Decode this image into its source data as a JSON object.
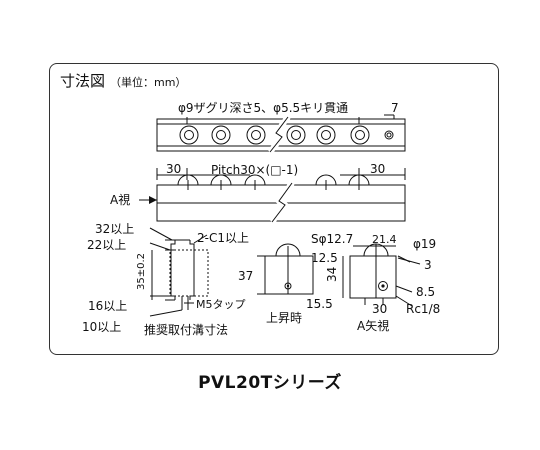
{
  "header": {
    "title": "寸法図",
    "unit": "（単位：mm）"
  },
  "top_view": {
    "hole_note": "φ9ザグリ深さ5、φ5.5キリ貫通",
    "end_dim": "7",
    "left_dim": "30",
    "pitch_label": "Pitch30×(□-1)",
    "right_dim": "30",
    "view_label": "A視"
  },
  "section_view": {
    "dim_32": "32以上",
    "dim_22": "22以上",
    "chamfer": "2-C1以上",
    "height": "35±0.2",
    "dim_16": "16以上",
    "dim_10": "10以上",
    "tap": "M5タップ",
    "caption": "推奨取付溝寸法"
  },
  "raised_view": {
    "height": "37",
    "caption": "上昇時"
  },
  "a_view": {
    "sphere": "Sφ12.7",
    "dim_21_4": "21.4",
    "dia_19": "φ19",
    "dim_12_5": "12.5",
    "dim_3": "3",
    "dim_34": "34",
    "dim_8_5": "8.5",
    "dim_15_5": "15.5",
    "dim_30": "30",
    "port": "Rc1/8",
    "caption": "A矢視"
  },
  "footer": {
    "series": "PVL20Tシリーズ"
  }
}
